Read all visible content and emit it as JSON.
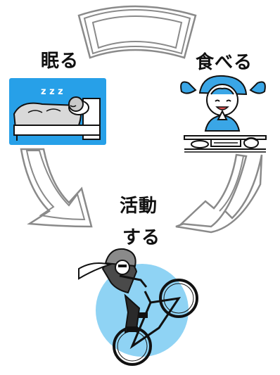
{
  "labels": {
    "sleep": "眠る",
    "eat": "食べる",
    "activity_line1": "活動",
    "activity_line2": "する"
  },
  "sleep_illustration": {
    "zzz": "z z z"
  },
  "colors": {
    "arrow_stroke": "#8a8a8a",
    "arrow_fill": "#ffffff",
    "sleep_panel": "#27a0e8",
    "bike_circle": "#8fd3f4",
    "hair_blue": "#3aa6e6",
    "text": "#111111"
  },
  "icons": {
    "sleep": "sleeping-person-icon",
    "eat": "eating-girl-icon",
    "activity": "cyclist-icon"
  }
}
